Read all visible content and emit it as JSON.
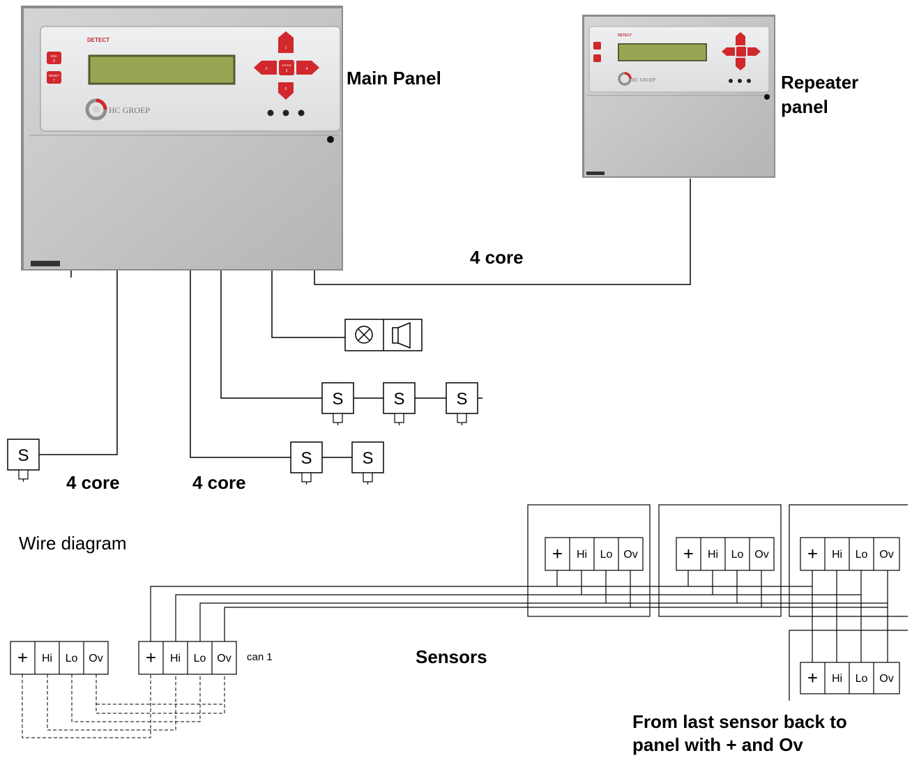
{
  "labels": {
    "main_panel": "Main Panel",
    "repeater_l1": "Repeater",
    "repeater_l2": "panel",
    "four_core_top": "4 core",
    "four_core_left": "4 core",
    "four_core_mid": "4 core",
    "wire_diagram": "Wire diagram",
    "sensors": "Sensors",
    "can1": "can 1",
    "from_last_l1": "From last sensor back to",
    "from_last_l2": "panel with + and Ov"
  },
  "panel": {
    "brand_main": "DETECT",
    "brand_repeater": "DETECT",
    "logo_text": "HC GROEP",
    "esc_label": "ESC",
    "esc_num": "6",
    "reset_label": "RESET",
    "reset_num": "7",
    "enter_label": "ENTER",
    "enter_num": "3",
    "up_num": "1",
    "left_num": "2",
    "right_num": "4",
    "down_num": "5"
  },
  "sensor_letter": "S",
  "terminals": [
    "+",
    "Hi",
    "Lo",
    "Ov"
  ],
  "colors": {
    "panel_body": "#c4c6c8",
    "panel_face": "#e4e6e7",
    "lcd": "#9aa553",
    "key_red": "#d0282c",
    "line": "#000000"
  },
  "icons": {
    "beacon": "beacon-icon",
    "siren": "siren-icon"
  }
}
